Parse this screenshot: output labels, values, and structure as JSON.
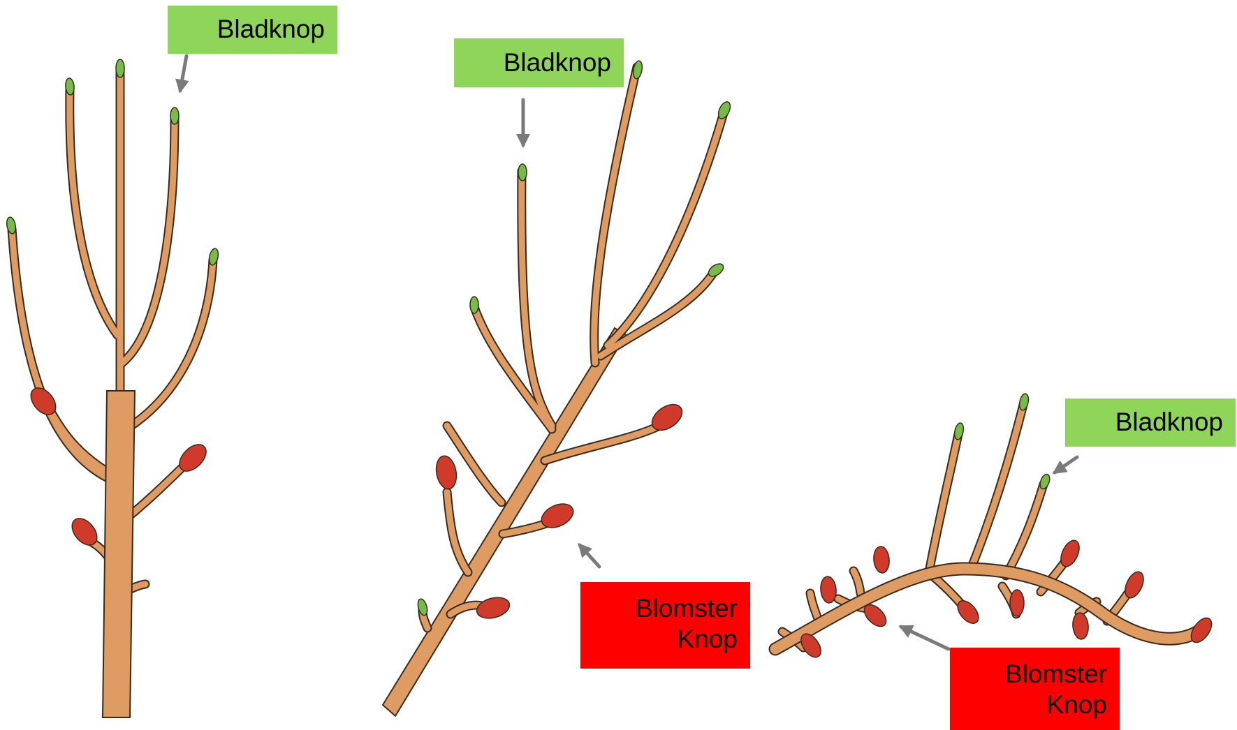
{
  "colors": {
    "branch": "#de9b62",
    "branch_outline": "#3a2a1e",
    "leaf_bud": "#75bd48",
    "flower_bud": "#cf3a2a",
    "leaf_label_bg": "#8ed55a",
    "flower_label_bg": "#ff0000",
    "arrow": "#7a7a7a"
  },
  "labels": {
    "leaf_bud": "Bladknop",
    "flower_bud_line1": "Blomster",
    "flower_bud_line2": "Knop"
  }
}
